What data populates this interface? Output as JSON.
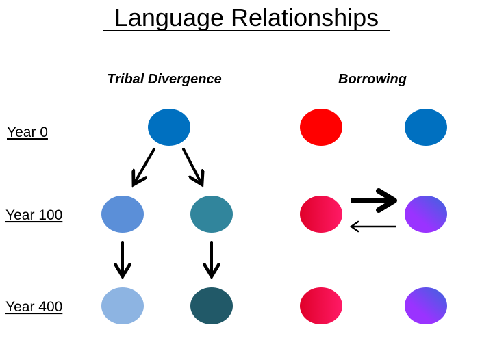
{
  "title": "Language Relationships",
  "headers": {
    "divergence": "Tribal Divergence",
    "borrowing": "Borrowing"
  },
  "years": [
    "Year 0",
    "Year 100",
    "Year 400"
  ],
  "colors": {
    "root": "#0070c0",
    "div_a_100": "#5b8fd8",
    "div_b_100": "#31859c",
    "div_a_400": "#8db4e2",
    "div_b_400": "#215968",
    "borrow_red": "#ff0000",
    "borrow_blue": "#0070c0",
    "red_mix": [
      "#e0002a",
      "#ff1a66"
    ],
    "purple_mix": [
      "#9a33ff",
      "#3a66dd"
    ]
  }
}
